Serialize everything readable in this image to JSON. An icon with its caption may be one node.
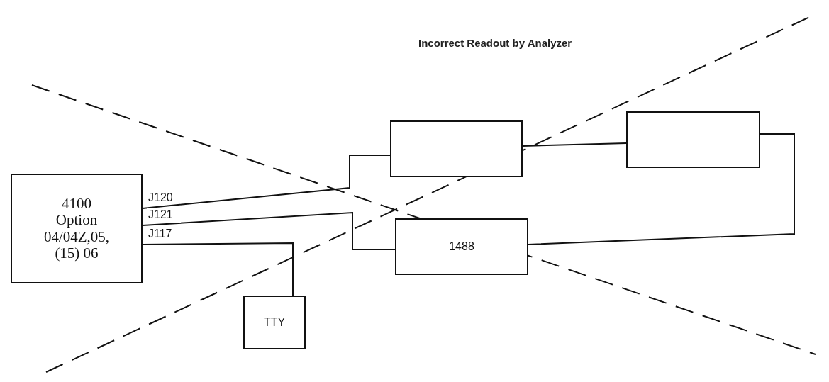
{
  "diagram": {
    "title": "Incorrect Readout by Analyzer",
    "nodes": [
      {
        "text": [
          "4100 Option 04/04Z,05,(15) 06"
        ]
      },
      {
        "text": [],
        "shape": "box"
      },
      {
        "text": [],
        "shape": "box"
      },
      {
        "text": [
          "1488"
        ]
      },
      {
        "text": [
          "TTY"
        ]
      }
    ],
    "edges": [
      {
        "from": 0,
        "to": 1,
        "arrow": "none",
        "label": "J120"
      },
      {
        "from": 0,
        "to": 3,
        "arrow": "none",
        "label": "J121"
      },
      {
        "from": 0,
        "to": 4,
        "arrow": "none",
        "label": "J117"
      },
      {
        "from": 1,
        "to": 2,
        "arrow": "none"
      },
      {
        "from": 2,
        "to": 3,
        "arrow": "none"
      }
    ]
  }
}
